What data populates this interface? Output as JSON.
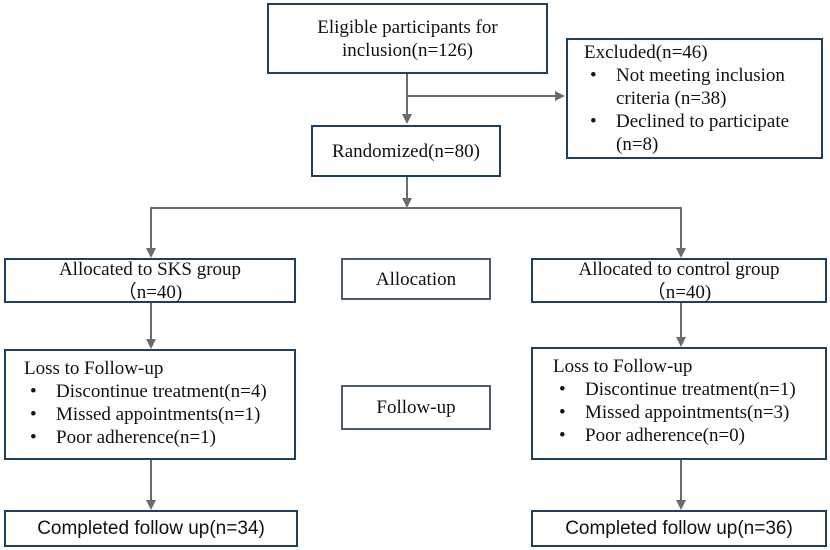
{
  "eligible": {
    "line1": "Eligible participants for",
    "line2": "inclusion(n=126)"
  },
  "excluded": {
    "title": "Excluded(n=46)",
    "items": [
      {
        "text": "Not meeting inclusion criteria (n=38)"
      },
      {
        "text": "Declined to participate (n=8)"
      }
    ]
  },
  "randomized": {
    "text": "Randomized(n=80)"
  },
  "sks_alloc": {
    "line1": "Allocated to SKS group",
    "line2": "（n=40)"
  },
  "control_alloc": {
    "line1": "Allocated to control group",
    "line2": "（n=40)"
  },
  "stage_labels": {
    "allocation": "Allocation",
    "followup": "Follow-up"
  },
  "sks_loss": {
    "title": "Loss to Follow-up",
    "items": [
      {
        "text": "Discontinue treatment(n=4)"
      },
      {
        "text": "Missed appointments(n=1)"
      },
      {
        "text": "Poor adherence(n=1)"
      }
    ]
  },
  "control_loss": {
    "title": "Loss to Follow-up",
    "items": [
      {
        "text": "Discontinue treatment(n=1)"
      },
      {
        "text": "Missed appointments(n=3)"
      },
      {
        "text": "Poor adherence(n=0)"
      }
    ]
  },
  "sks_completed": {
    "text": "Completed follow up(n=34)"
  },
  "control_completed": {
    "text": "Completed follow up(n=36)"
  },
  "colors": {
    "box_border": "#1f3f5f",
    "arrow": "#6b6b6b",
    "text": "#111111"
  }
}
